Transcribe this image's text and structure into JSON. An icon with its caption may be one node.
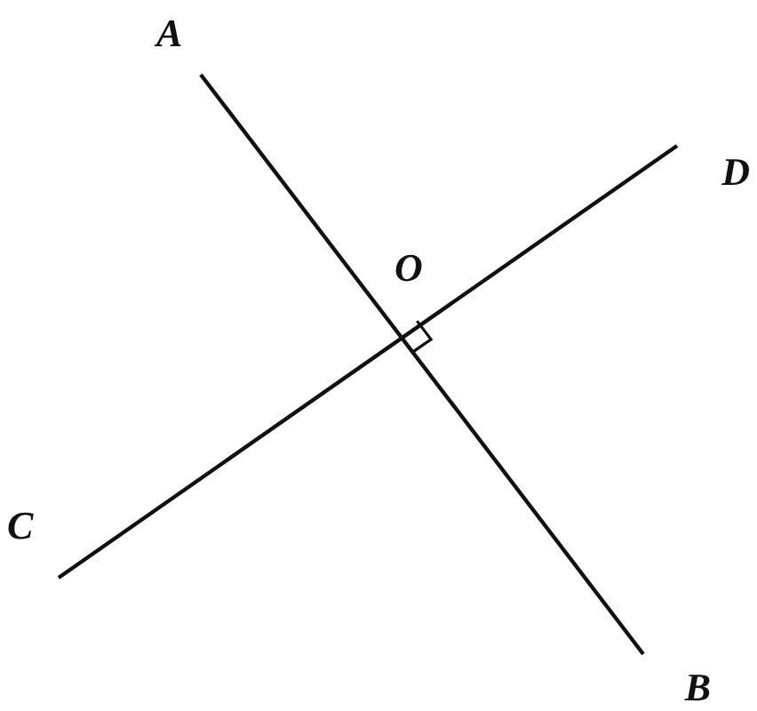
{
  "diagram": {
    "nodes": [
      {
        "text": [
          "A"
        ]
      },
      {
        "text": [
          "B"
        ]
      },
      {
        "text": [
          "C"
        ]
      },
      {
        "text": [
          "D"
        ]
      }
    ],
    "edges": [
      {
        "from": 0,
        "to": 1,
        "arrow": "none"
      },
      {
        "from": 2,
        "to": 3,
        "arrow": "none"
      }
    ],
    "labels": [
      "O"
    ]
  }
}
